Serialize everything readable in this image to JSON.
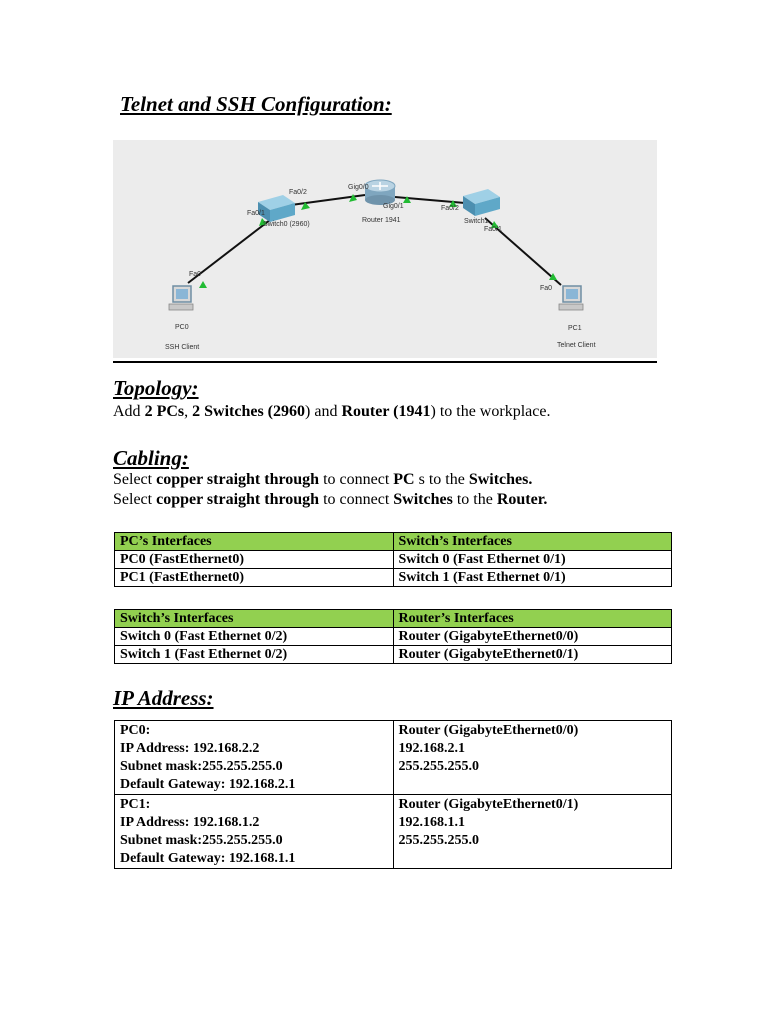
{
  "title": "Telnet and SSH Configuration:",
  "diagram": {
    "pc0": {
      "label": "PC0",
      "sub": "SSH Client",
      "port": "Fa0"
    },
    "pc1": {
      "label": "PC1",
      "sub": "Telnet Client",
      "port": "Fa0"
    },
    "switch0": {
      "label": "Switch0 (2960)",
      "port_pc": "Fa0/1",
      "port_router": "Fa0/2"
    },
    "switch1": {
      "label": "Switch1",
      "port_pc": "Fa0/1",
      "port_router": "Fa0/2"
    },
    "router": {
      "label": "Router 1941",
      "port_left": "Gig0/0",
      "port_right": "Gig0/1"
    },
    "colors": {
      "link": "#111111",
      "up_marker": "#22bb33",
      "switch": "#5fa8c8",
      "router": "#8ab0c8"
    }
  },
  "topology": {
    "heading": "Topology:",
    "line": [
      "Add ",
      "2 PCs",
      ", ",
      "2 Switches (2960",
      ") and ",
      "Router (1941",
      ") to the workplace."
    ]
  },
  "cabling": {
    "heading": "Cabling:",
    "line1": [
      "Select ",
      "copper straight through",
      " to connect ",
      "PC",
      " s to the ",
      "Switches."
    ],
    "line2": [
      "Select ",
      "copper straight through",
      " to connect ",
      "Switches",
      " to the ",
      "Router."
    ]
  },
  "table1": {
    "header": [
      "PC’s Interfaces",
      "Switch’s Interfaces"
    ],
    "rows": [
      [
        "PC0 (FastEthernet0)",
        "Switch 0 (Fast Ethernet 0/1)"
      ],
      [
        "PC1 (FastEthernet0)",
        "Switch 1 (Fast Ethernet 0/1)"
      ]
    ]
  },
  "table2": {
    "header": [
      "Switch’s Interfaces",
      "Router’s Interfaces"
    ],
    "rows": [
      [
        "Switch 0 (Fast Ethernet 0/2)",
        "Router (GigabyteEthernet0/0)"
      ],
      [
        "Switch 1 (Fast Ethernet 0/2)",
        "Router (GigabyteEthernet0/1)"
      ]
    ]
  },
  "ip": {
    "heading": "IP Address:",
    "rows": [
      {
        "left": [
          "PC0:",
          "IP Address: 192.168.2.2",
          "Subnet mask:255.255.255.0",
          "Default Gateway: 192.168.2.1"
        ],
        "right": [
          "Router (GigabyteEthernet0/0)",
          "192.168.2.1",
          "255.255.255.0"
        ]
      },
      {
        "left": [
          "PC1:",
          "IP Address: 192.168.1.2",
          "Subnet mask:255.255.255.0",
          "Default Gateway: 192.168.1.1"
        ],
        "right": [
          "Router (GigabyteEthernet0/1)",
          "192.168.1.1",
          "255.255.255.0"
        ]
      }
    ]
  }
}
